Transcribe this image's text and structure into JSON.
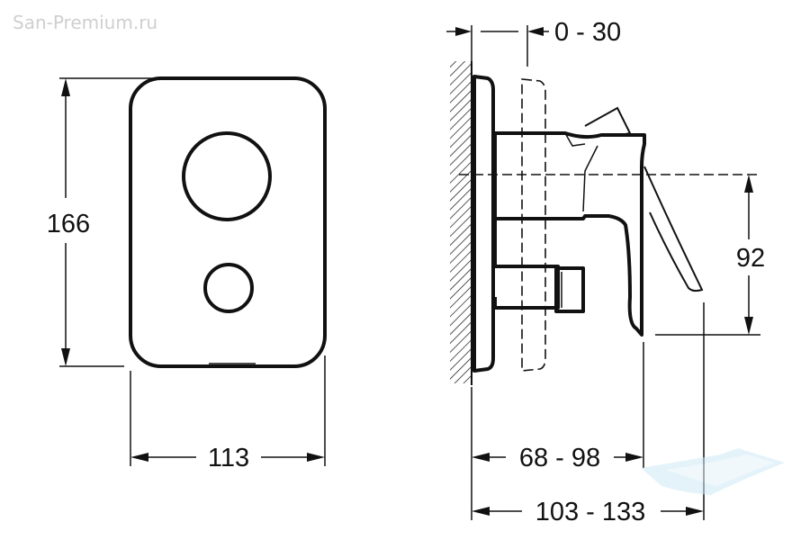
{
  "watermark": "San-Premium.ru",
  "colors": {
    "line": "#111111",
    "watermark_text": "#cfcfcf",
    "logo": "#b8dff0"
  },
  "front_view": {
    "height_label": "166",
    "width_label": "113"
  },
  "side_view": {
    "adjust_label": "0 - 30",
    "spout_height_label": "92",
    "depth_label": "68 - 98",
    "total_depth_label": "103 - 133"
  },
  "logo_icon": "bathtub-logo-icon"
}
